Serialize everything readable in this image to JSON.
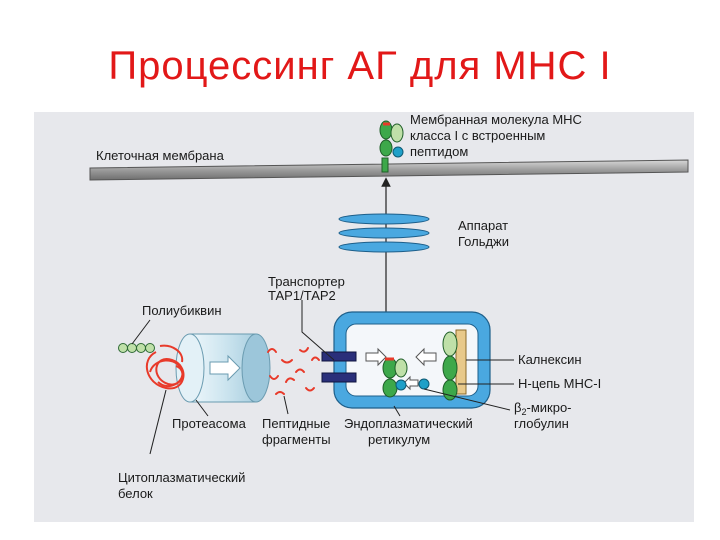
{
  "title": "Процессинг АГ для МНС I",
  "labels": {
    "cell_membrane": "Клеточная мембрана",
    "mhc_membrane": [
      "Мембранная молекула МНС",
      "класса I с встроенным",
      "пептидом"
    ],
    "golgi": [
      "Аппарат",
      "Гольджи"
    ],
    "transporter": [
      "Транспортер",
      "ТАР1/ТАР2"
    ],
    "polyubiquitin": "Полиубиквин",
    "calnexin": "Калнексин",
    "h_chain": "Н-цепь МНС-I",
    "b2_prefix": "β",
    "b2_sub": "2",
    "b2_rest": "-микро-",
    "b2_line2": "глобулин",
    "proteasome": "Протеасома",
    "peptide_fragments": [
      "Пептидные",
      "фрагменты"
    ],
    "er": [
      "Эндоплазматический",
      "ретикулум"
    ],
    "cytoplasmic_protein": [
      "Цитоплазматический",
      "белок"
    ]
  },
  "colors": {
    "title": "#e21818",
    "peptide": "#e83a2a",
    "mhc_green": "#3da84a",
    "b2m_blue": "#1fa0c8",
    "er_blue": "#4aa8e0",
    "tap_navy": "#2a2f7a",
    "calnexin_tan": "#e8c98a"
  }
}
